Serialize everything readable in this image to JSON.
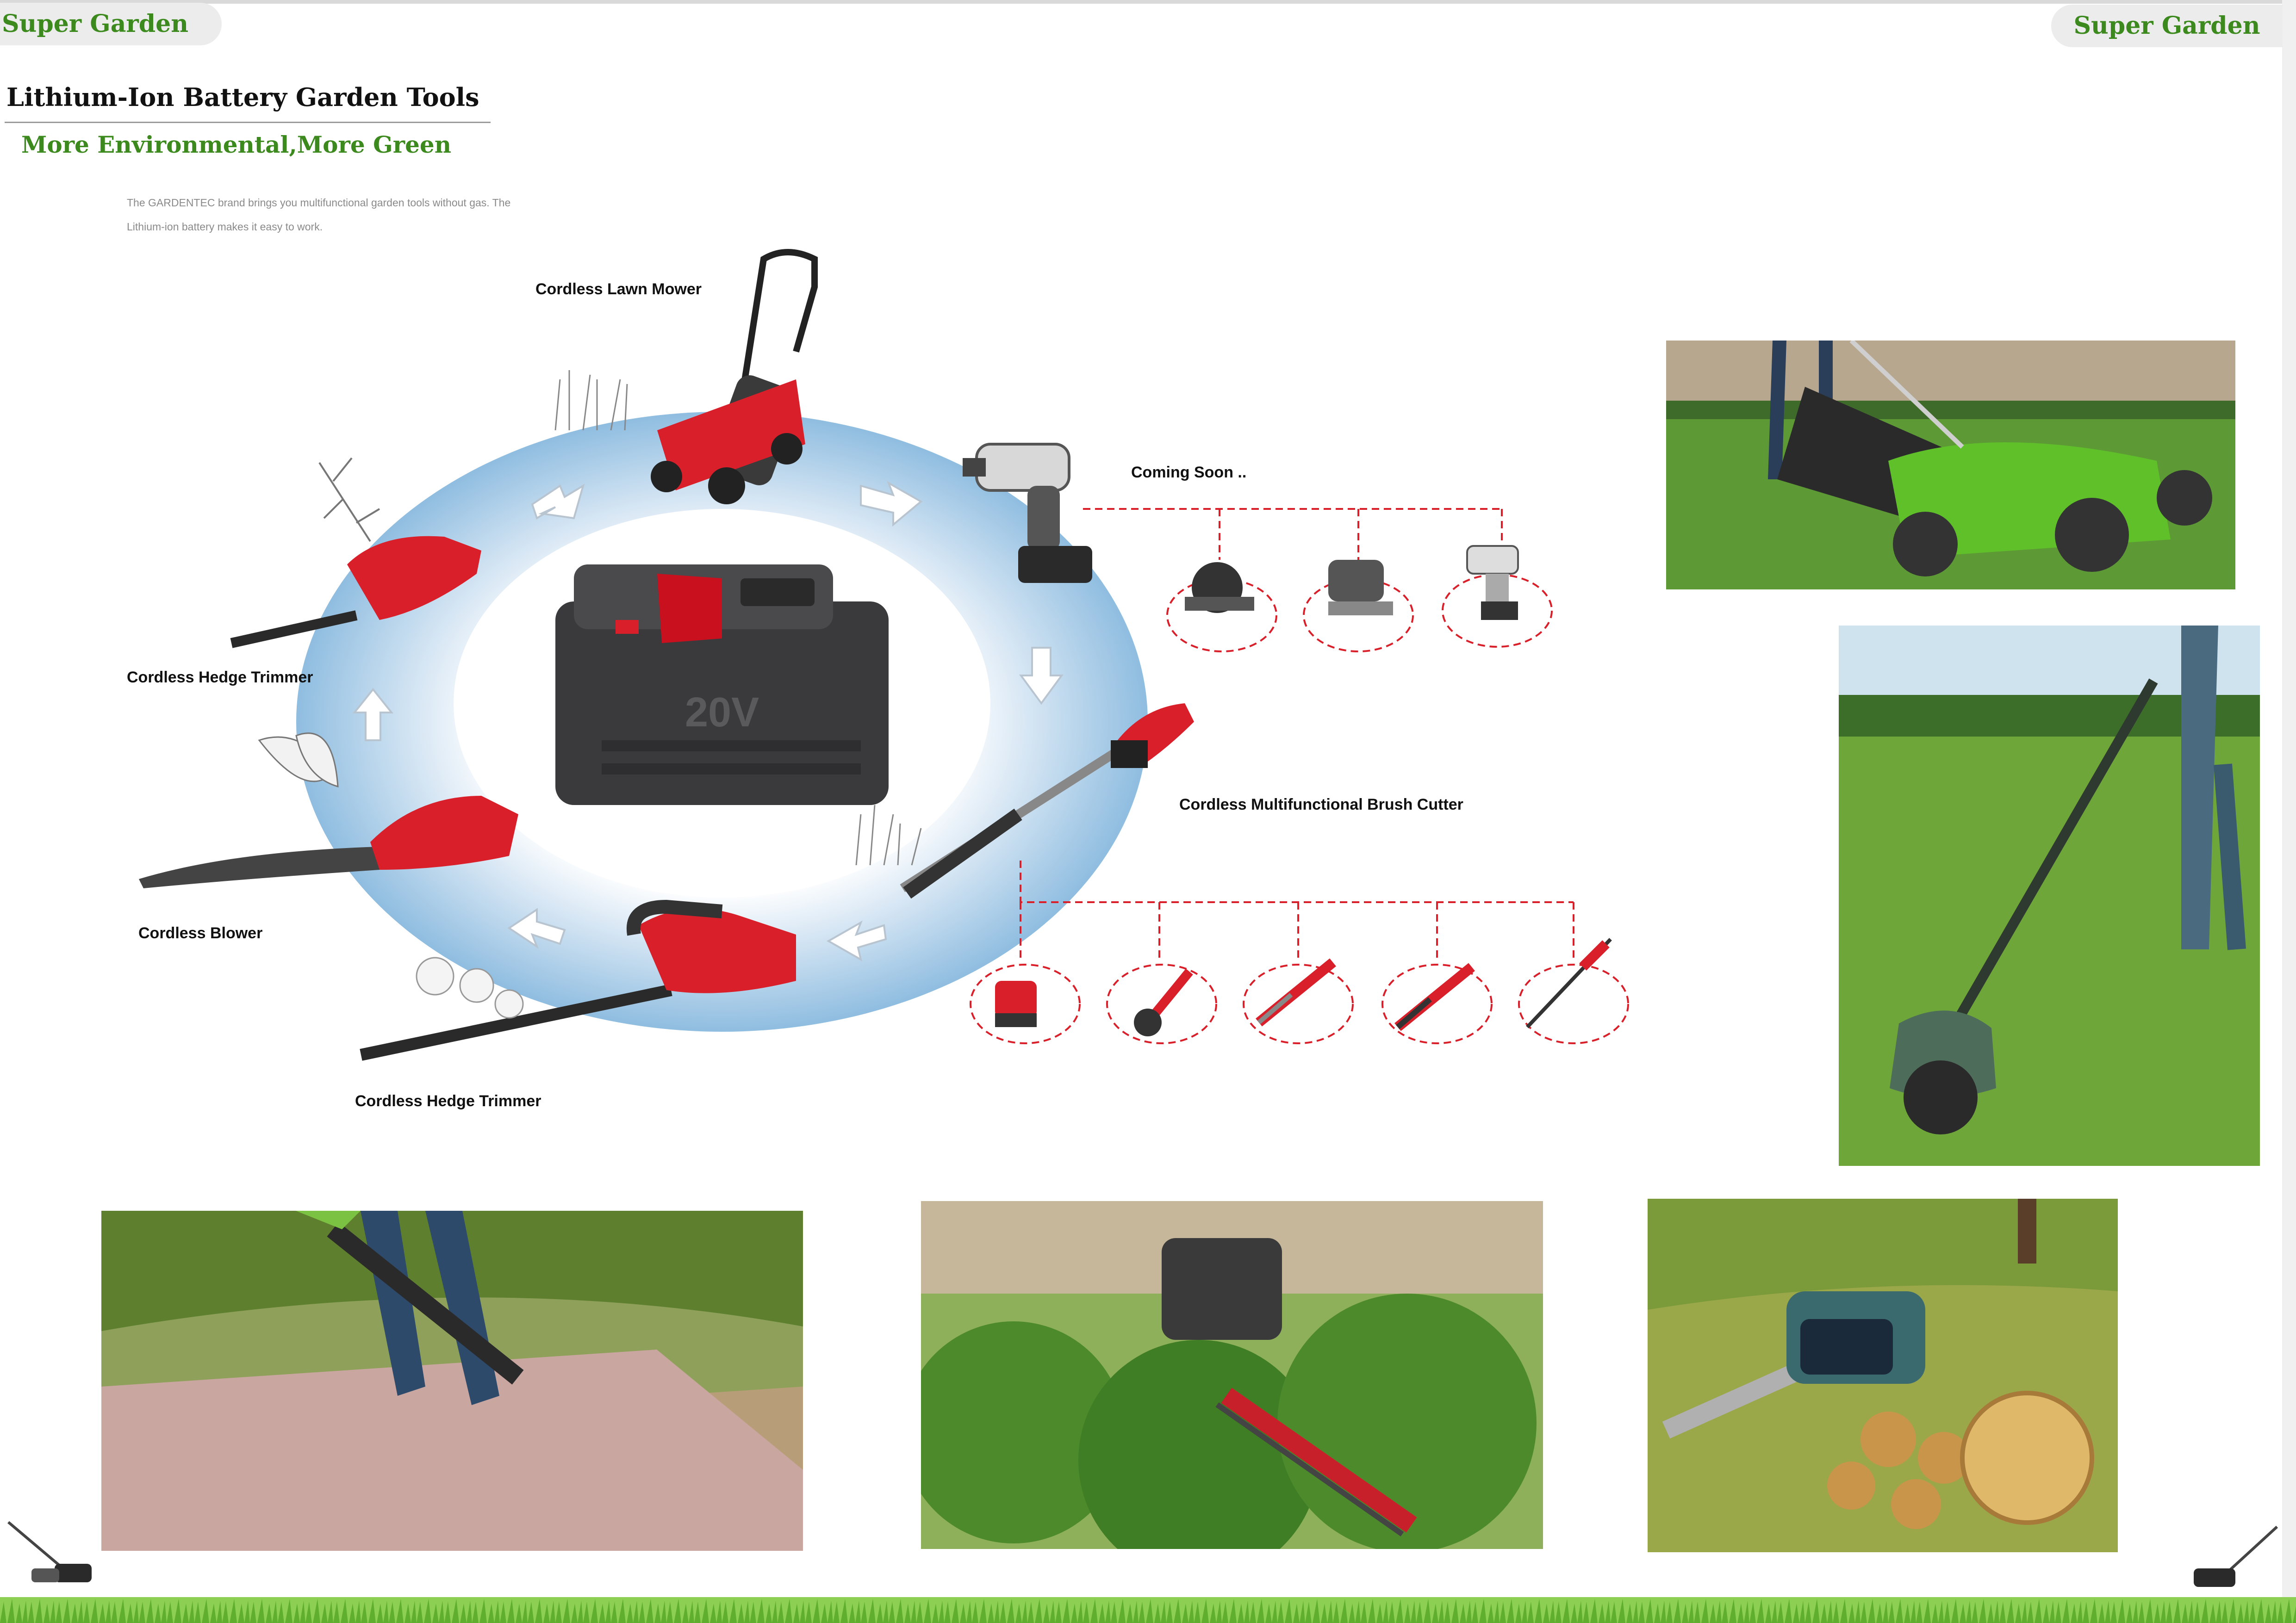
{
  "header": {
    "left_tab": "Super Garden",
    "right_tab": "Super Garden"
  },
  "intro": {
    "title": "Lithium-Ion Battery Garden Tools",
    "subtitle": "More Environmental,More Green",
    "description": "The GARDENTEC brand brings you multifunctional garden tools without gas. The Lithium-ion battery makes it easy to work."
  },
  "battery": {
    "voltage_label": "20V"
  },
  "tools": {
    "lawn_mower": "Cordless Lawn Mower",
    "coming_soon": "Coming Soon ..",
    "brush_cutter": "Cordless Multifunctional Brush Cutter",
    "hedge_trimmer_small": "Cordless Hedge Trimmer",
    "blower": "Cordless Blower",
    "hedge_trimmer": "Cordless Hedge Trimmer"
  },
  "colors": {
    "brand_green": "#3c8a1e",
    "tool_red": "#d9202a",
    "ring_blue": "#a9cbe6",
    "dashed_red": "#d9202a"
  },
  "icons": [
    "lawn-mower-icon",
    "drill-icon",
    "circular-saw-icon",
    "jigsaw-icon",
    "impact-driver-icon",
    "brush-cutter-icon",
    "hedge-trimmer-icon",
    "blower-icon",
    "battery-icon"
  ]
}
